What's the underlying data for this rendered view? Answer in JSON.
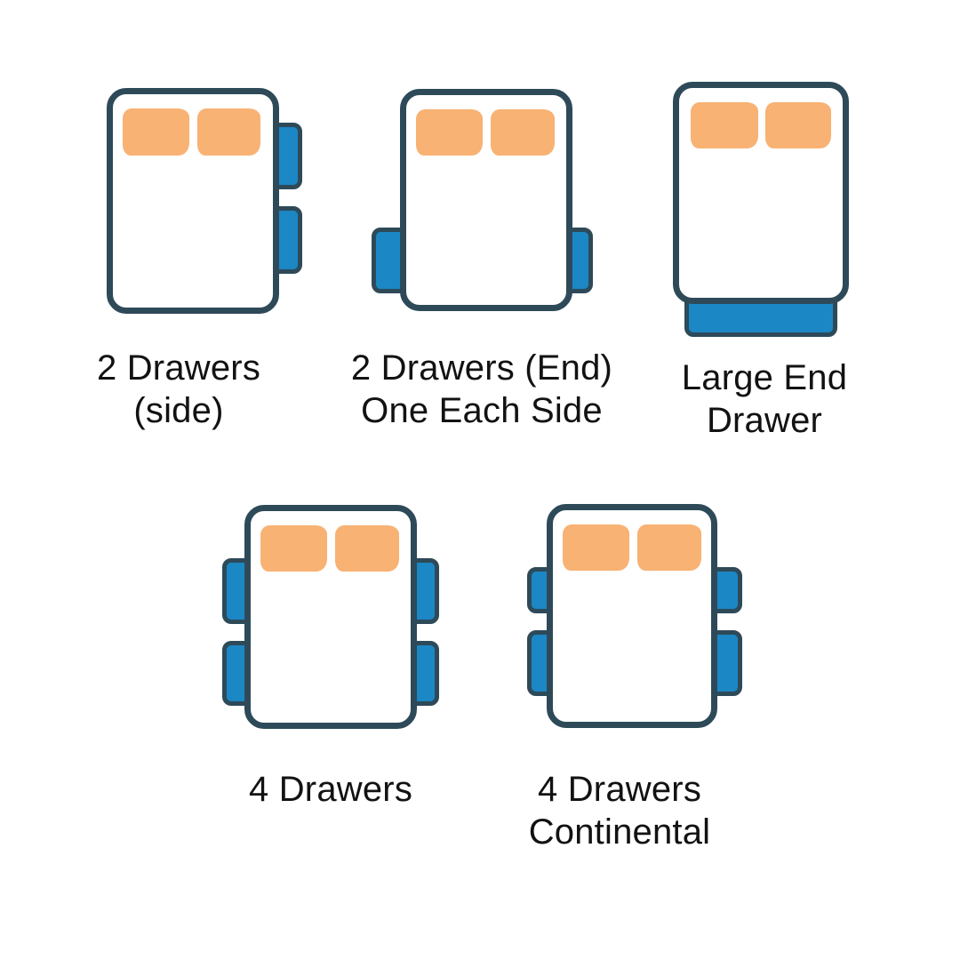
{
  "palette": {
    "background": "#ffffff",
    "outline": "#2e4a59",
    "drawer_blue": "#1c87c5",
    "pillow_orange": "#f8b274",
    "text": "#121212"
  },
  "figures": [
    {
      "label_line1": "2 Drawers",
      "label_line2": "(side)"
    },
    {
      "label_line1": "2 Drawers (End)",
      "label_line2": "One Each Side"
    },
    {
      "label_line1": "Large End",
      "label_line2": "Drawer"
    },
    {
      "label_line1": "4 Drawers",
      "label_line2": ""
    },
    {
      "label_line1": "4 Drawers",
      "label_line2": "Continental"
    }
  ]
}
